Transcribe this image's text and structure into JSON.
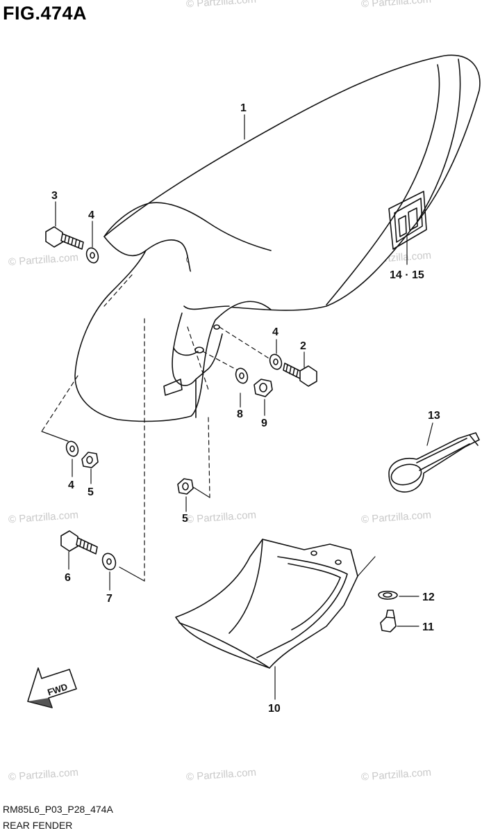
{
  "figure": {
    "title": "FIG.474A",
    "code": "RM85L6_P03_P28_474A",
    "name": "REAR FENDER",
    "fwd_label": "FWD"
  },
  "watermark": {
    "text": "© Partzilla.com"
  },
  "callouts": [
    "1",
    "2",
    "3",
    "4",
    "4",
    "4",
    "5",
    "5",
    "6",
    "7",
    "8",
    "9",
    "10",
    "11",
    "12",
    "13",
    "14 · 15"
  ]
}
